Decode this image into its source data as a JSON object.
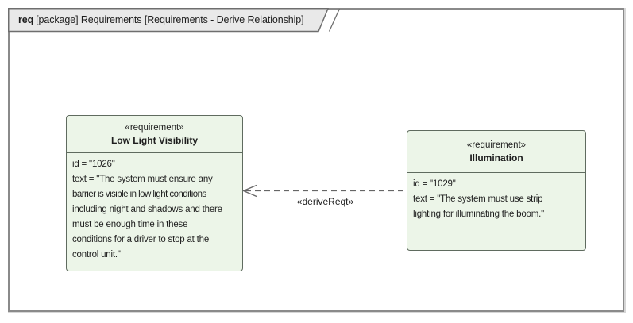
{
  "frame": {
    "keyword": "req",
    "title": "[package] Requirements [Requirements - Derive Relationship]"
  },
  "left_requirement": {
    "stereotype": "«requirement»",
    "name": "Low Light Visibility",
    "id": "1026",
    "body_lines": [
      "id = \"1026\"",
      "text = \"The system must ensure any",
      "barrier is visible in low light conditions",
      "including night and shadows and there",
      "must be enough time in these",
      "conditions for a driver to stop at the",
      "control unit.\""
    ]
  },
  "right_requirement": {
    "stereotype": "«requirement»",
    "name": "Illumination",
    "id": "1029",
    "body_lines": [
      "id = \"1029\"",
      "text = \"The system must use strip",
      "lighting for illuminating the boom.\""
    ]
  },
  "connector": {
    "stereotype_label": "«deriveReqt»",
    "type": "derive dependency",
    "line_style": "dashed",
    "arrowhead": "open arrowhead pointing left"
  },
  "colors": {
    "requirement_fill": "#ecf5e8",
    "requirement_border": "#5f6b5f",
    "frame_border": "#8a8a8a",
    "tab_fill": "#e9e9e9",
    "tab_border": "#6e6e6e",
    "connector": "#666666",
    "text": "#1e1e1e",
    "page_bg": "#ffffff"
  }
}
